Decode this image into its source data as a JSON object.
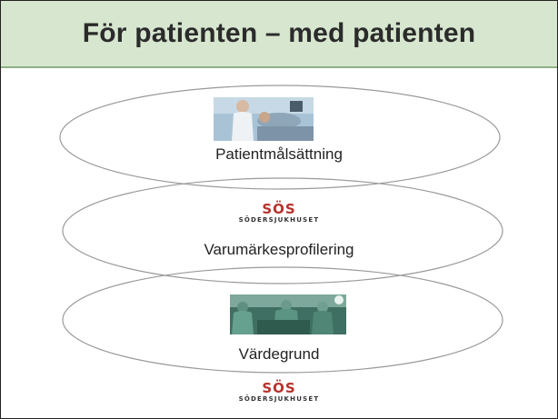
{
  "slide": {
    "title": "För patienten – med patienten",
    "levels": [
      {
        "label": "Patientmålsättning",
        "image": "patient-examination-photo"
      },
      {
        "label": "Varumärkesprofilering",
        "image": "sos-logo"
      },
      {
        "label": "Värdegrund",
        "image": "surgery-team-photo"
      }
    ],
    "logo": {
      "mark": "SÖS",
      "subtitle": "SÖDERSJUKHUSET"
    },
    "colors": {
      "header_bg": "#d7e6cf",
      "header_border": "#8fb184",
      "logo_red": "#b5332c",
      "ellipse_stroke": "#9a9a9a"
    }
  }
}
